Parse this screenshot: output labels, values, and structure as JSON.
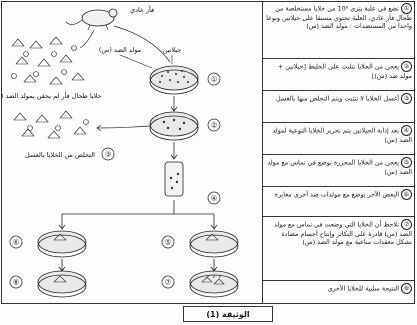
{
  "steps": [
    {
      "num": "①",
      "text": "تضع في علبة بتري 10⁶ من خلايا مستخلصة من طحال فأر عادي، العلبة تحتوي مسبقا على جيلاتين ونوعا واحدا من المستضدات : مولد الضد (س)"
    },
    {
      "num": "②",
      "text": "يعجن من الخلايا بتلبث على الخليط [جيلاتين + مولد ضد (س)]"
    },
    {
      "num": "③",
      "text": "أغسل الخلايا لا تتثبت ويتم التخلص منها بالغسل"
    },
    {
      "num": "④",
      "text": "بعد إذابة الجيلاتين يتم تحرير الخلايا النوعية لمولد الضد (س)"
    },
    {
      "num": "⑤",
      "text": "يعجن من الخلايا المحررة توضع في تماس مع مولد الضد (س)"
    },
    {
      "num": "⑥",
      "text": "البعض الآخر يوضع مع مولدات ضد أخرى مغايرة"
    },
    {
      "num": "⑦",
      "text": "تلاحظ أن الخلايا التي وضعت في تماس مع مولد الضد (س) قادرة على التكاثر وإنتاج أجسام مضادة تشكل معقدات مناعية مع مولد الضد (س)"
    },
    {
      "num": "⑧",
      "text": "النتيجة سلبية للخلايا الأخرى"
    }
  ],
  "diagram": {
    "mouse_label": "فأر عادي",
    "gelatin_label": "جيلاتين",
    "antigen_label": "مولد الضد (س)",
    "spleen_label": "خلايا طحال فأر لم يحقن بمولد الضد (س)",
    "wash_label": "التخلص من الخلايا بالغسل",
    "numbers": [
      "①",
      "②",
      "③",
      "④",
      "⑤",
      "⑥",
      "⑦",
      "⑧"
    ]
  },
  "caption": "الوثيقة (1)"
}
